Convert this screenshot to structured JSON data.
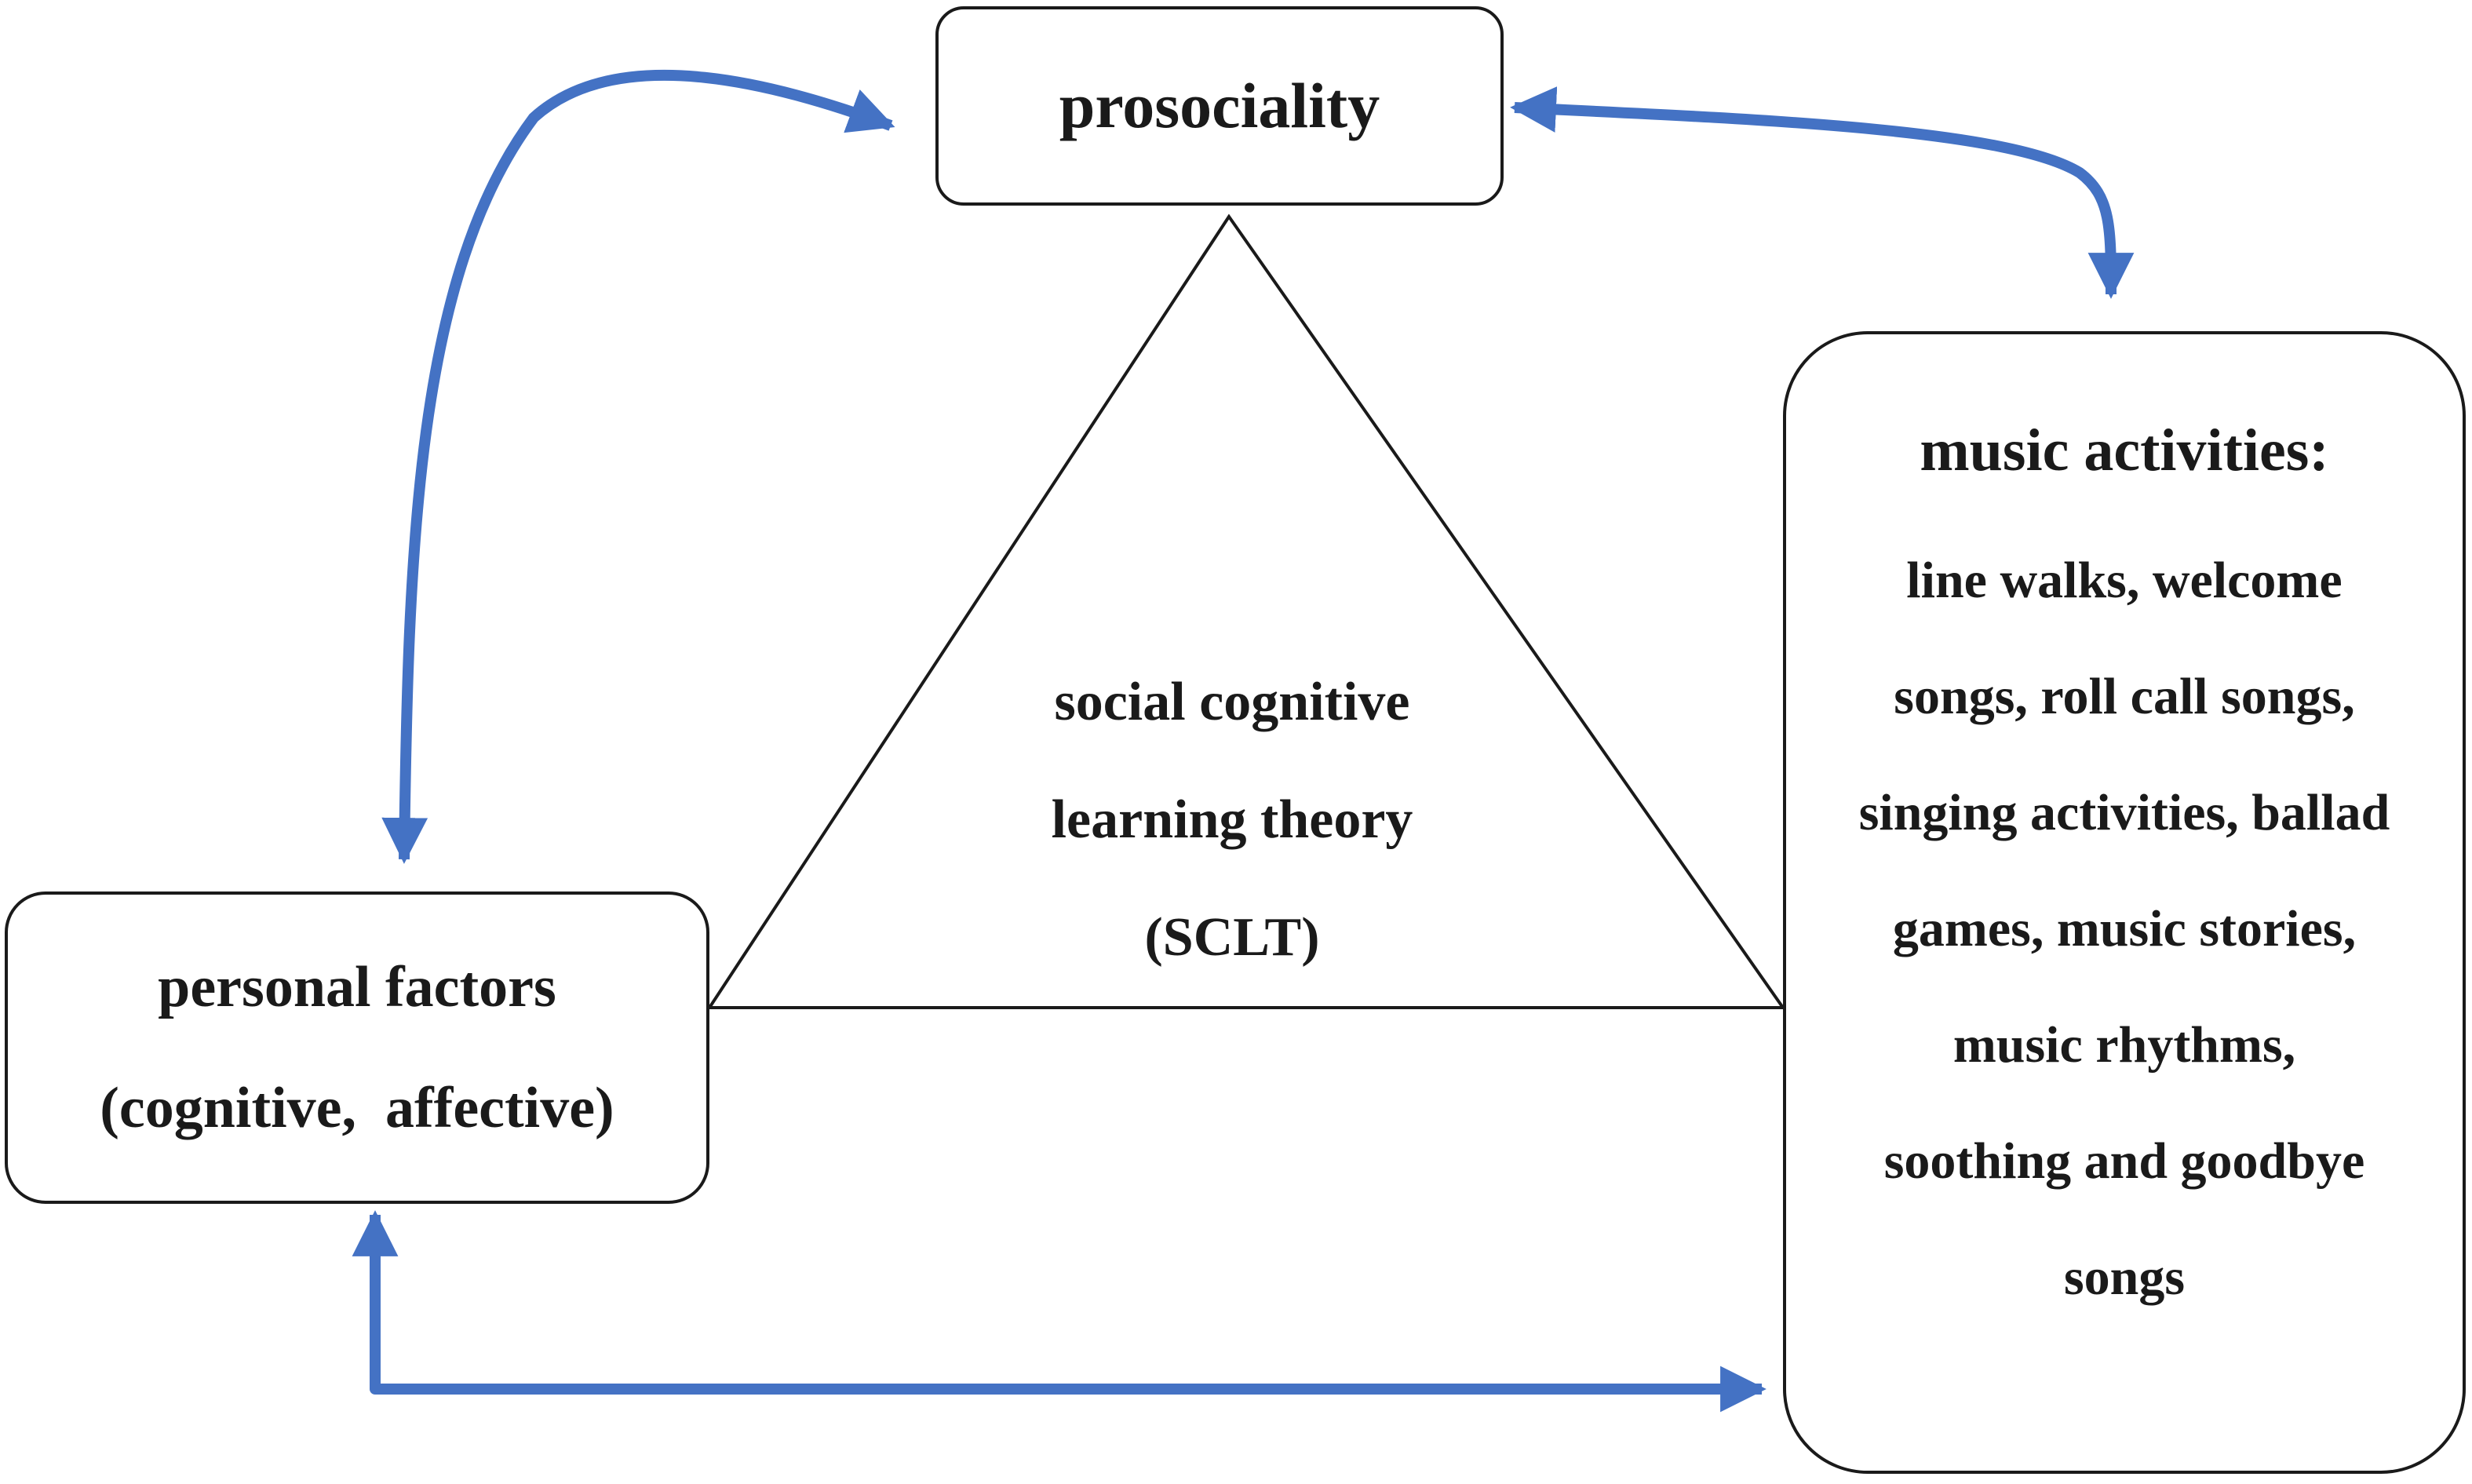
{
  "nodes": {
    "prosociality": {
      "label": "prosociality"
    },
    "personal_factors": {
      "line1": "personal factors",
      "line2": "(cognitive,  affective)"
    },
    "music_activities": {
      "title": "music activities:",
      "body": "line walks, welcome songs, roll call songs, singing activities, ballad games, music stories, music rhythms, soothing and goodbye songs"
    }
  },
  "center": {
    "line1": "social cognitive",
    "line2": "learning theory",
    "line3": "(SCLT)"
  },
  "colors": {
    "arrow": "#4472C4",
    "stroke": "#1a1a1a",
    "background": "#ffffff"
  }
}
